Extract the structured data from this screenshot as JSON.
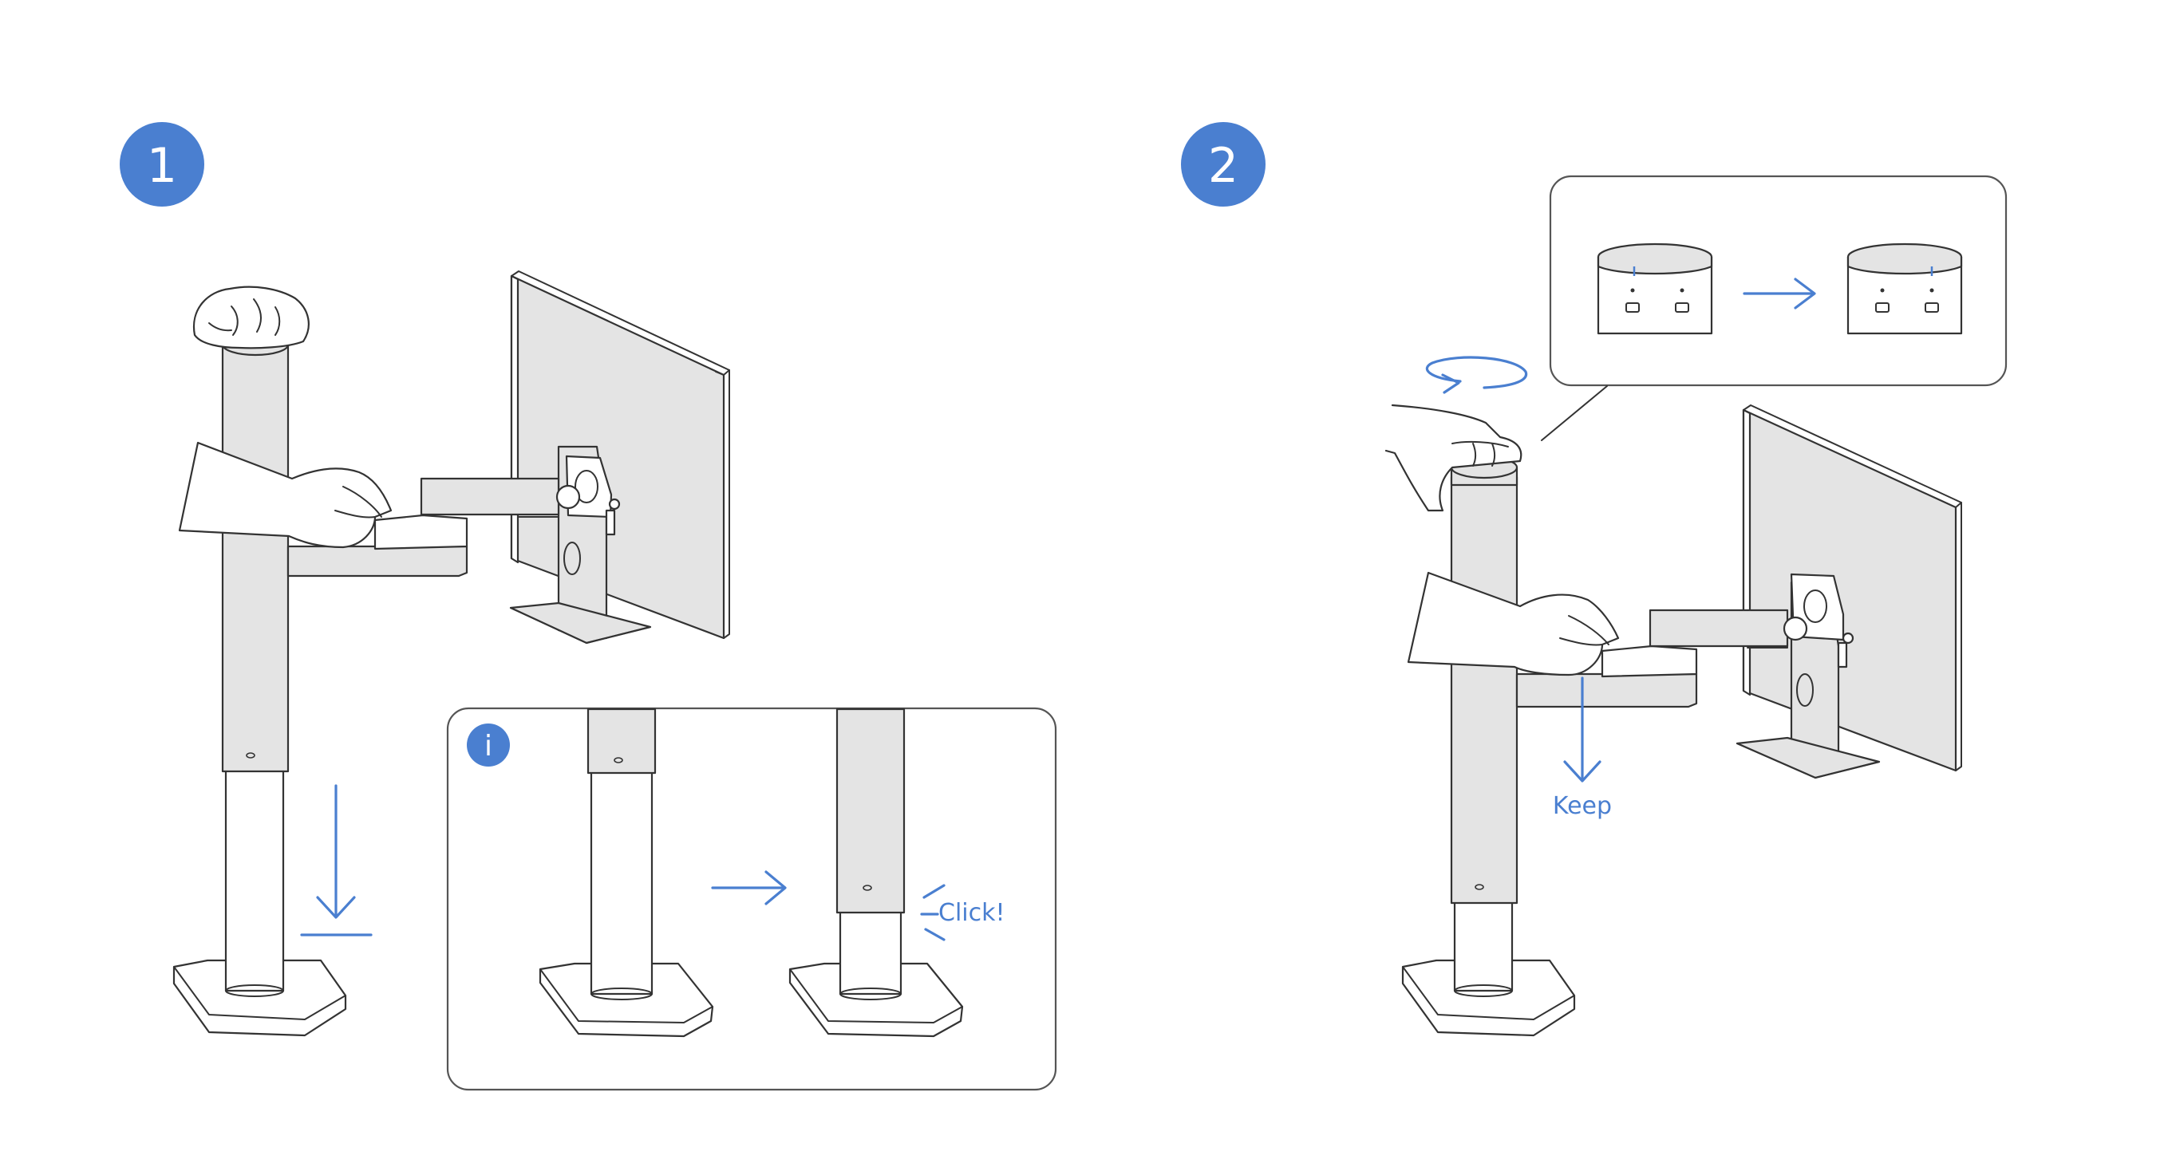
{
  "colors": {
    "accent": "#4a7fd0",
    "stroke": "#333333",
    "fill": "#e4e4e4"
  },
  "steps": [
    {
      "number": "1"
    },
    {
      "number": "2"
    }
  ],
  "step1": {
    "info_badge": "i",
    "click_label": "Click!"
  },
  "step2": {
    "keep_label": "Keep"
  },
  "icons": [
    "down-arrow-icon",
    "right-arrow-icon",
    "rotate-arrow-icon",
    "info-icon"
  ]
}
